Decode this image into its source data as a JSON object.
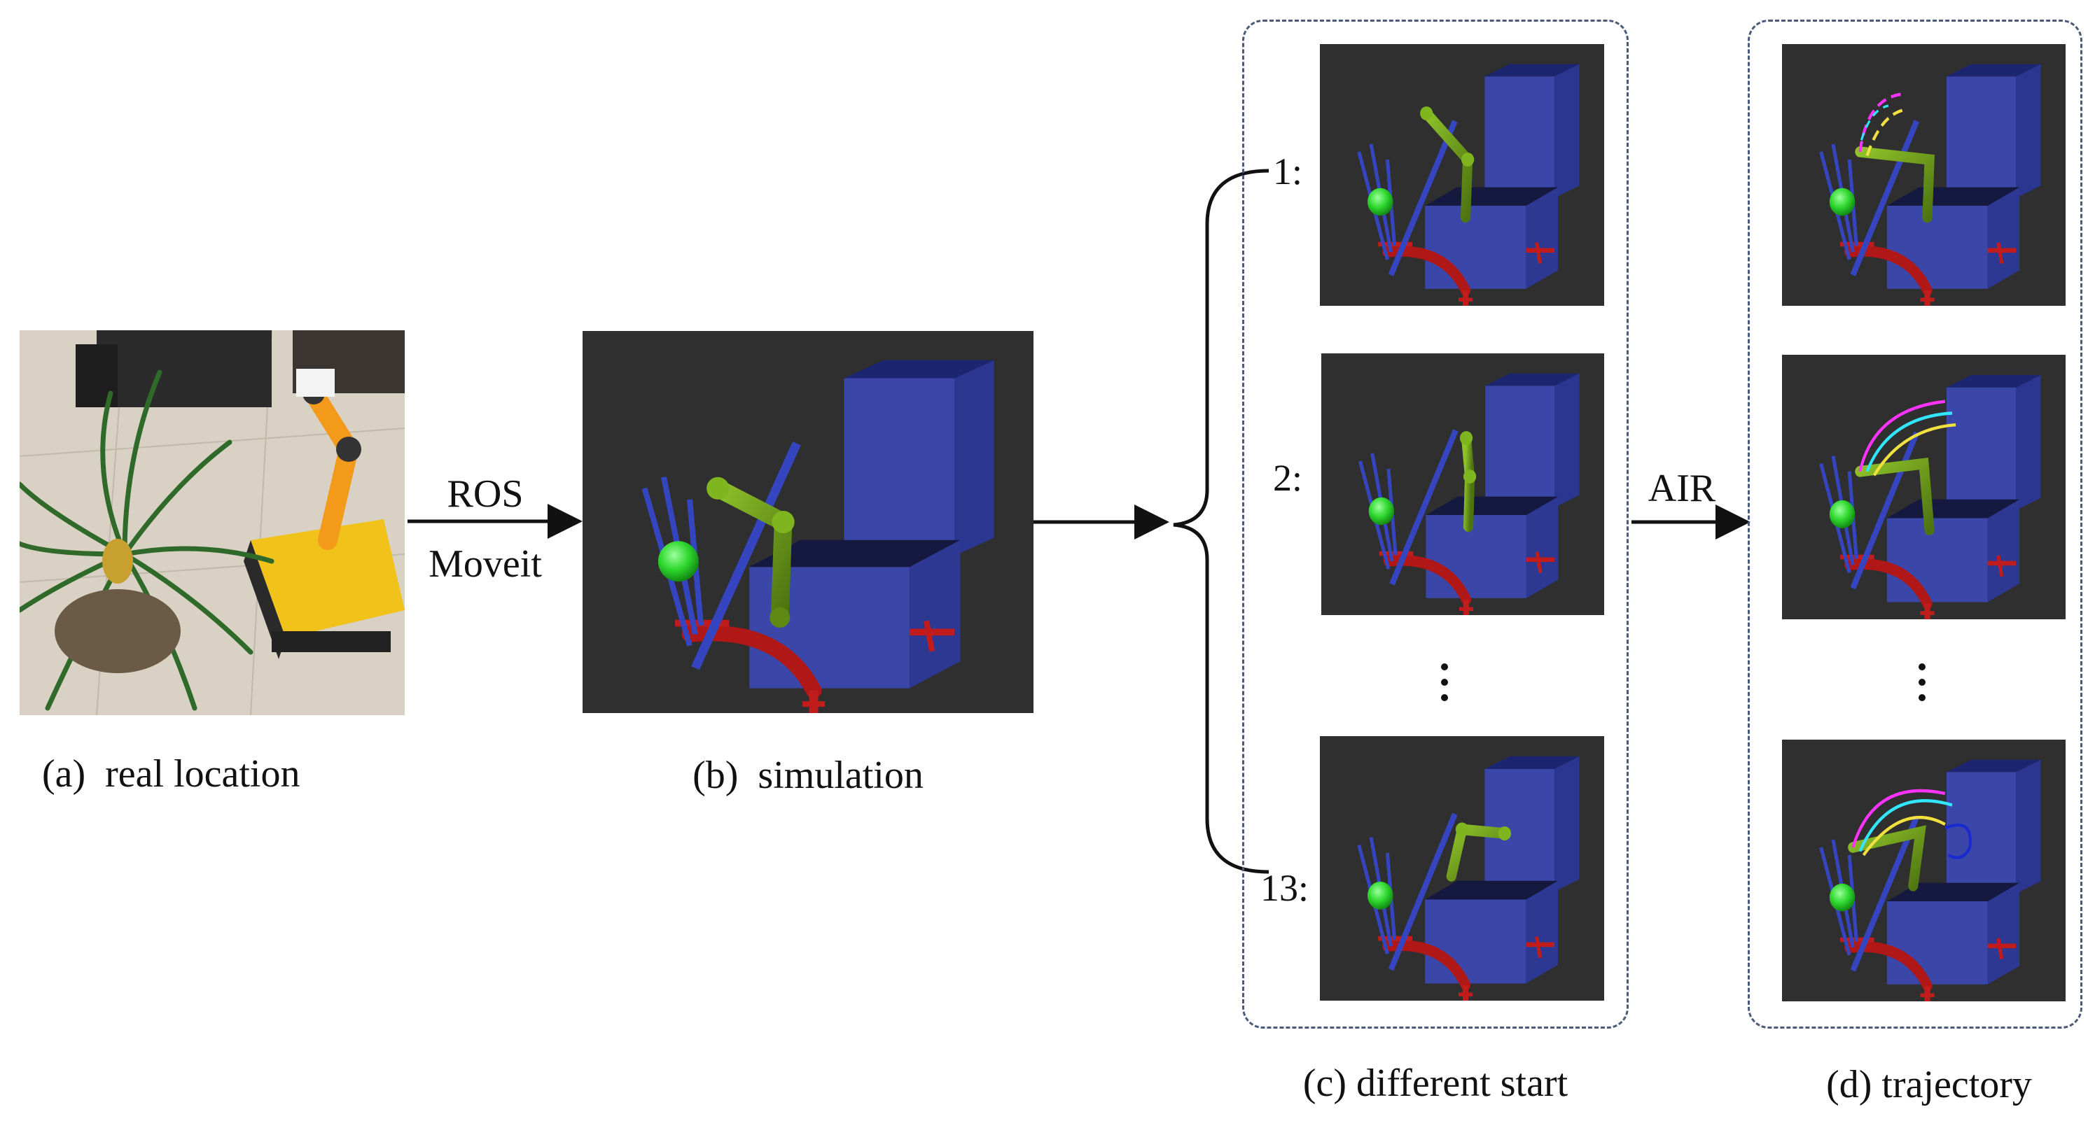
{
  "panels": {
    "a": {
      "caption": "(a)  real location"
    },
    "b": {
      "caption": "(b)  simulation"
    },
    "c": {
      "caption": "(c) different start",
      "indices": [
        "1:",
        "2:",
        "13:"
      ],
      "ellipsis": "⋮"
    },
    "d": {
      "caption": "(d) trajectory"
    }
  },
  "arrows": {
    "a_to_b": {
      "label_top": "ROS",
      "label_bottom": "Moveit"
    },
    "c_to_d": {
      "label_top": "AIR"
    }
  },
  "colors": {
    "sim_background": "#2f2f2f",
    "box_blue": "#3a47a8",
    "robot_green": "#6a9a18",
    "target_green": "#3ee63e",
    "base_red": "#b01818",
    "trajectory_magenta": "#ff33ff",
    "trajectory_cyan": "#33e6ff",
    "trajectory_yellow": "#f0e040"
  }
}
